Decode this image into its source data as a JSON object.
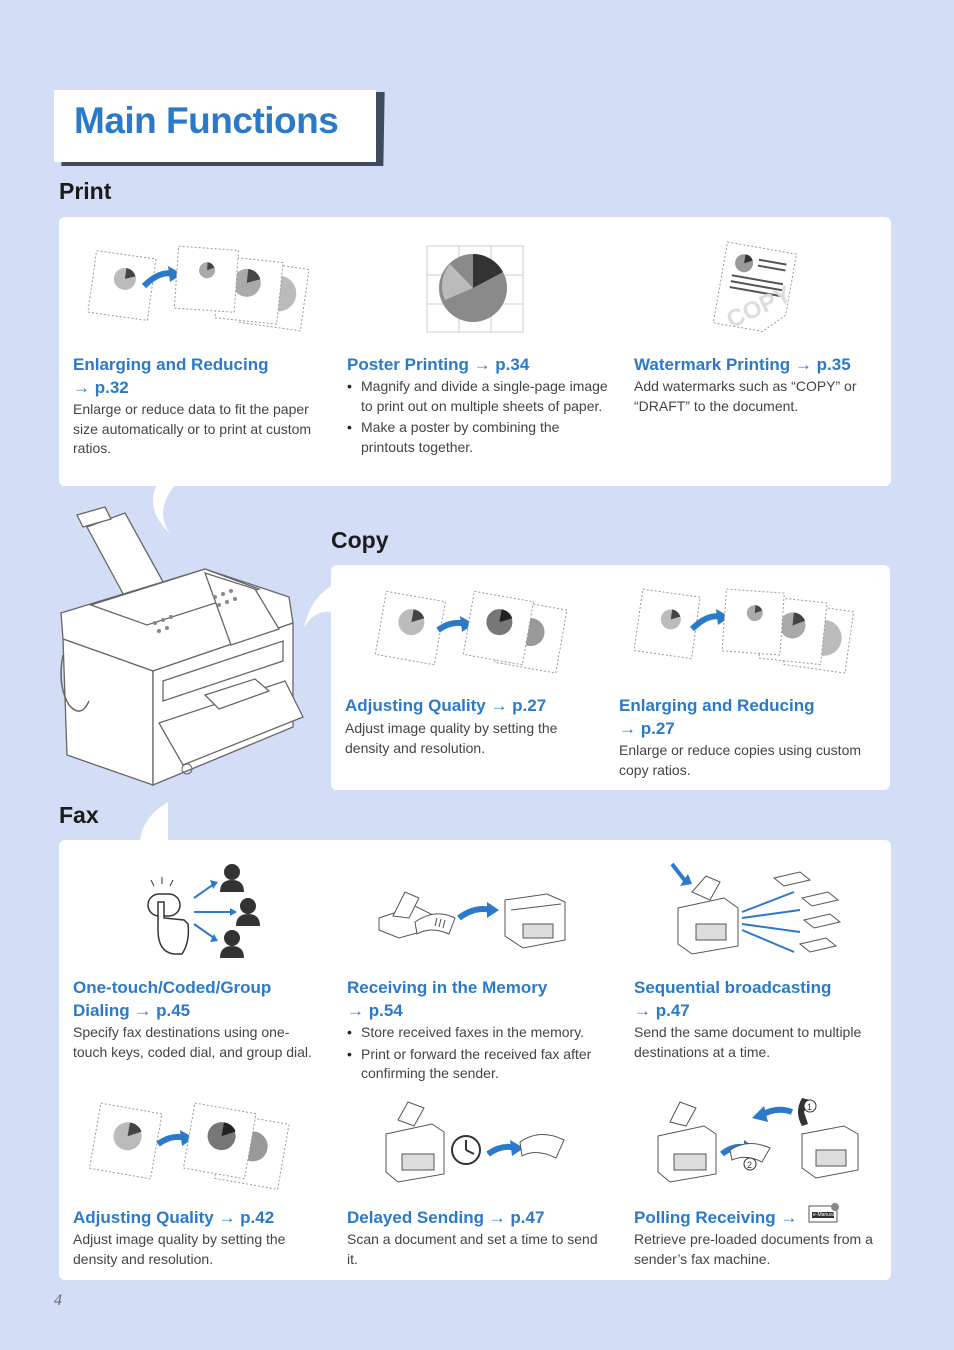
{
  "page": {
    "title": "Main Functions",
    "number": "4"
  },
  "sections": {
    "print": "Print",
    "copy": "Copy",
    "fax": "Fax"
  },
  "print": [
    {
      "title_lines": [
        "Enlarging and Reducing",
        "→ p.32"
      ],
      "desc": "Enlarge or reduce data to fit the paper size automatically or to print at custom ratios.",
      "icon": "enlarge-reduce-illustration"
    },
    {
      "title_lines": [
        "Poster Printing → p.34"
      ],
      "bullets": [
        "Magnify and divide a single-page image to print out on multiple sheets of paper.",
        "Make a poster by combining the printouts together."
      ],
      "icon": "poster-printing-illustration"
    },
    {
      "title_lines": [
        "Watermark Printing → p.35"
      ],
      "desc": "Add watermarks such as “COPY” or “DRAFT” to the document.",
      "icon": "watermark-illustration",
      "watermark_text": "COPY"
    }
  ],
  "copy": [
    {
      "title_lines": [
        "Adjusting Quality → p.27"
      ],
      "desc": "Adjust image quality by setting the density and resolution.",
      "icon": "quality-illustration"
    },
    {
      "title_lines": [
        "Enlarging and Reducing",
        "→ p.27"
      ],
      "desc": "Enlarge or reduce copies using custom copy ratios.",
      "icon": "enlarge-reduce-illustration"
    }
  ],
  "fax": [
    {
      "title_lines": [
        "One-touch/Coded/Group",
        "Dialing → p.45"
      ],
      "desc": "Specify fax destinations using one-touch keys, coded dial, and group dial.",
      "icon": "one-touch-dial-illustration"
    },
    {
      "title_lines": [
        "Receiving in the Memory",
        "→ p.54"
      ],
      "bullets": [
        "Store received faxes in the memory.",
        "Print or forward the received fax after confirming the sender."
      ],
      "icon": "memory-receive-illustration"
    },
    {
      "title_lines": [
        "Sequential broadcasting",
        "→ p.47"
      ],
      "desc": "Send the same document to multiple destinations at a time.",
      "icon": "broadcast-illustration"
    },
    {
      "title_lines": [
        "Adjusting Quality → p.42"
      ],
      "desc": "Adjust image quality by setting the density and resolution.",
      "icon": "quality-illustration"
    },
    {
      "title_lines": [
        "Delayed Sending → p.47"
      ],
      "desc": "Scan a document and set a time to send it.",
      "icon": "delayed-send-illustration"
    },
    {
      "title_lines": [
        "Polling Receiving →"
      ],
      "desc": "Retrieve pre-loaded documents from a sender’s fax machine.",
      "icon": "polling-illustration",
      "badge_text": "e-Manual",
      "step_labels": [
        "1",
        "2"
      ]
    }
  ],
  "colors": {
    "background": "#d3ddf5",
    "accent": "#2b7ac9",
    "panel": "#ffffff"
  }
}
